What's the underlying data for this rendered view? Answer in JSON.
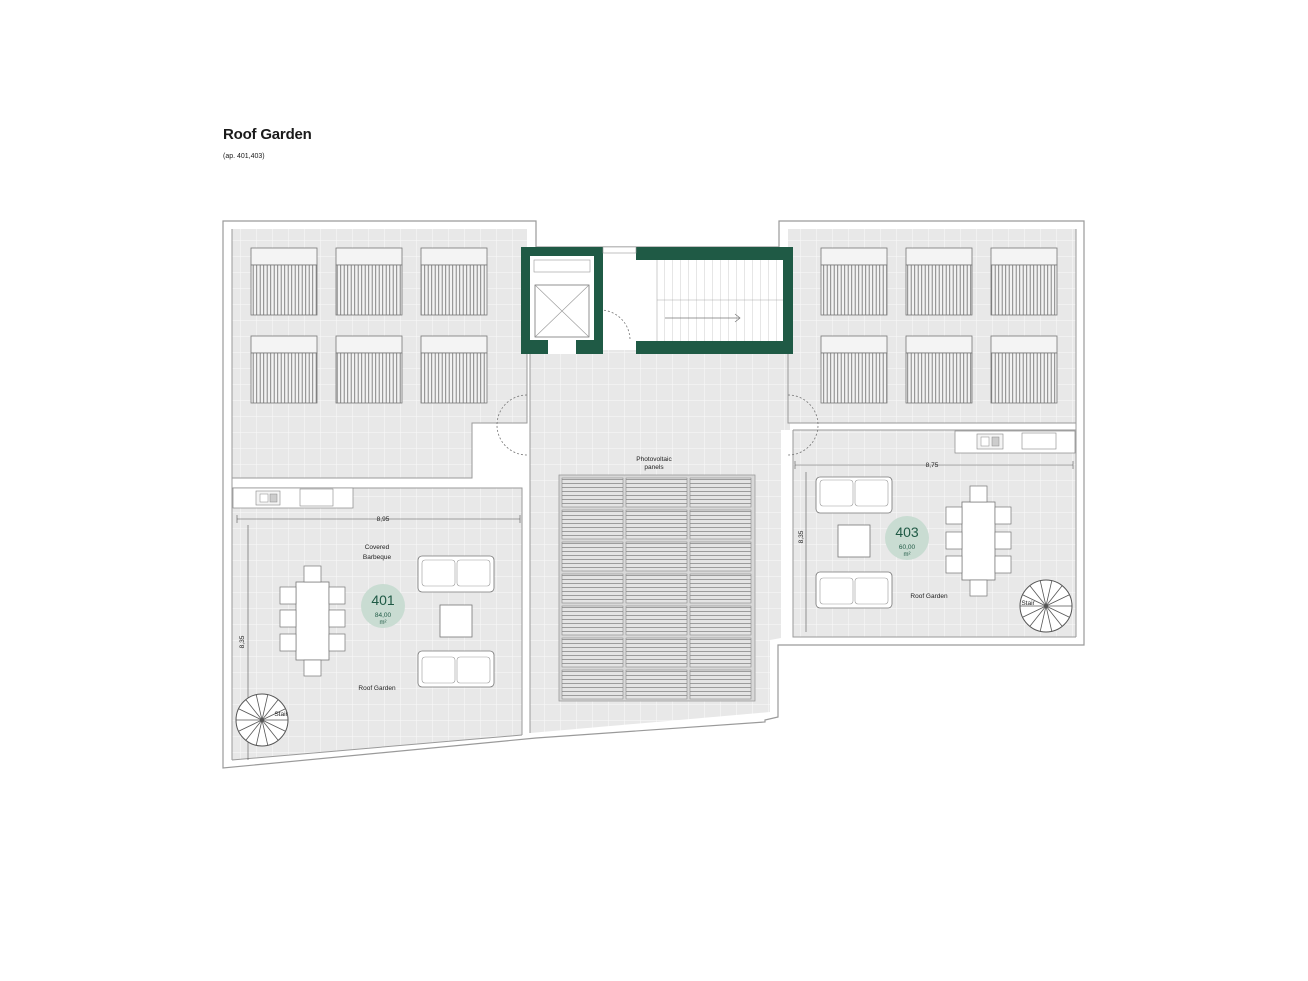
{
  "header": {
    "title": "Roof Garden",
    "subtitle": "(ap. 401,403)"
  },
  "colors": {
    "accent": "#1f5a45",
    "badge": "#c9dcd2",
    "floor": "#e9e9e9",
    "tile_line": "#ffffff",
    "wall": "#9a9a9a"
  },
  "units": {
    "u401": {
      "number": "401",
      "area": "84,00",
      "unit": "m²"
    },
    "u403": {
      "number": "403",
      "area": "60,00",
      "unit": "m²"
    }
  },
  "labels": {
    "pv_panels_1": "Photovoltaic",
    "pv_panels_2": "panels",
    "covered_1": "Covered",
    "covered_2": "Barbeque",
    "roof_garden_left": "Roof Garden",
    "roof_garden_right": "Roof Garden",
    "stair_left": "Stair",
    "stair_right": "Stair"
  },
  "dimensions": {
    "left_width": "8,95",
    "left_height": "8,35",
    "right_width": "8,75",
    "right_height": "8,35"
  },
  "icons": [
    "solar-collector-icon",
    "elevator-icon",
    "staircase-icon",
    "spiral-stair-icon",
    "sofa-icon",
    "dining-table-icon",
    "kitchen-counter-icon",
    "pv-panel-icon"
  ]
}
